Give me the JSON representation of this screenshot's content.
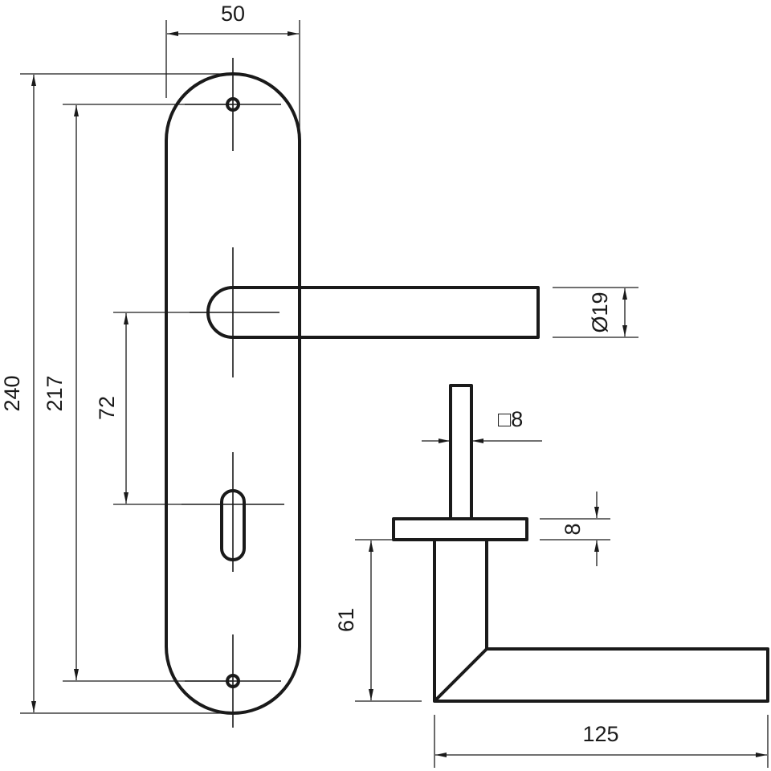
{
  "drawing": {
    "dimensions": {
      "plate_width": "50",
      "plate_height": "240",
      "screw_spacing": "217",
      "lever_to_keyhole": "72",
      "handle_diameter": "Ø19",
      "spindle_square": "□8",
      "rose_thickness": "8",
      "lever_projection": "61",
      "lever_length": "125"
    }
  }
}
